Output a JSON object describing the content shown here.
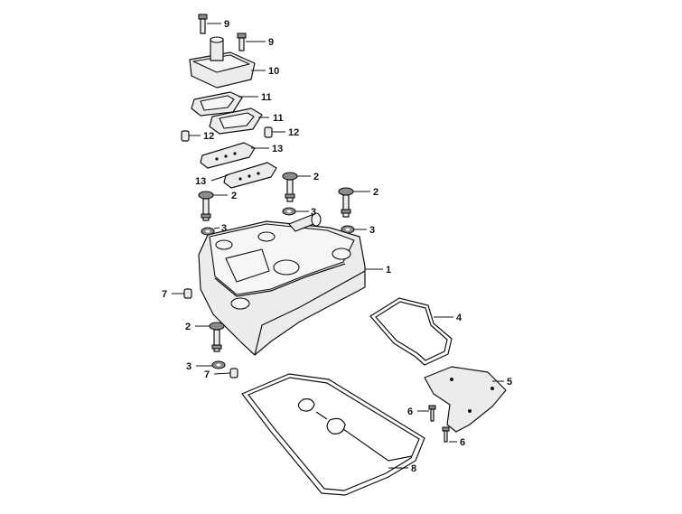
{
  "callouts": [
    {
      "id": "c9a",
      "label": "9"
    },
    {
      "id": "c9b",
      "label": "9"
    },
    {
      "id": "c10",
      "label": "10"
    },
    {
      "id": "c11a",
      "label": "11"
    },
    {
      "id": "c11b",
      "label": "11"
    },
    {
      "id": "c12a",
      "label": "12"
    },
    {
      "id": "c12b",
      "label": "12"
    },
    {
      "id": "c13a",
      "label": "13"
    },
    {
      "id": "c13b",
      "label": "13"
    },
    {
      "id": "c2a",
      "label": "2"
    },
    {
      "id": "c2b",
      "label": "2"
    },
    {
      "id": "c2c",
      "label": "2"
    },
    {
      "id": "c3a",
      "label": "3"
    },
    {
      "id": "c3b",
      "label": "3"
    },
    {
      "id": "c3c",
      "label": "3"
    },
    {
      "id": "c1",
      "label": "1"
    },
    {
      "id": "c7a",
      "label": "7"
    },
    {
      "id": "c4",
      "label": "4"
    },
    {
      "id": "c2d",
      "label": "2"
    },
    {
      "id": "c3d",
      "label": "3"
    },
    {
      "id": "c7b",
      "label": "7"
    },
    {
      "id": "c5",
      "label": "5"
    },
    {
      "id": "c6a",
      "label": "6"
    },
    {
      "id": "c6b",
      "label": "6"
    },
    {
      "id": "c8",
      "label": "8"
    }
  ]
}
